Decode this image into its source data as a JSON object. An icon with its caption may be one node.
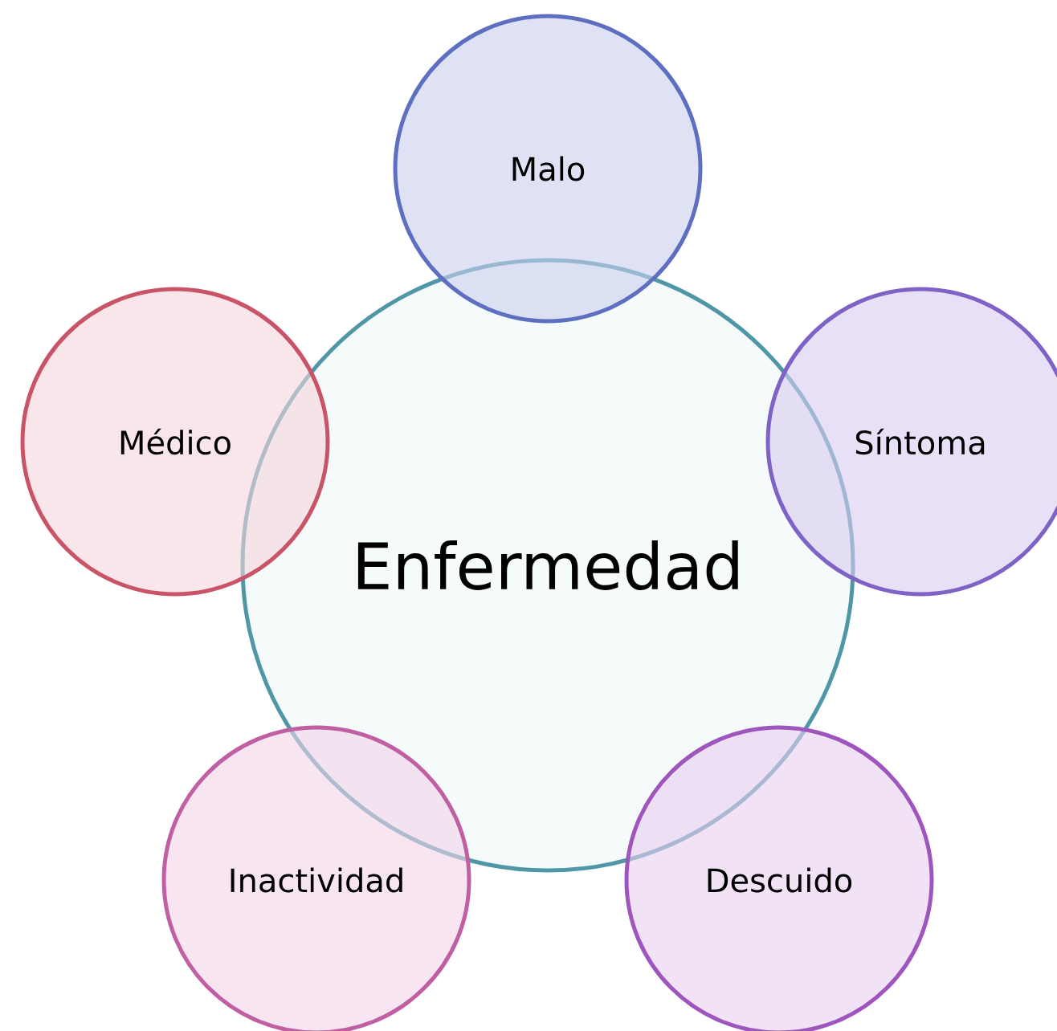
{
  "diagram": {
    "nodes": [
      {
        "text": [
          "Enfermedad"
        ]
      },
      {
        "text": [
          "Malo"
        ]
      },
      {
        "text": [
          "Síntoma"
        ]
      },
      {
        "text": [
          "Descuido"
        ]
      },
      {
        "text": [
          "Inactividad"
        ]
      },
      {
        "text": [
          "Médico"
        ]
      }
    ]
  }
}
